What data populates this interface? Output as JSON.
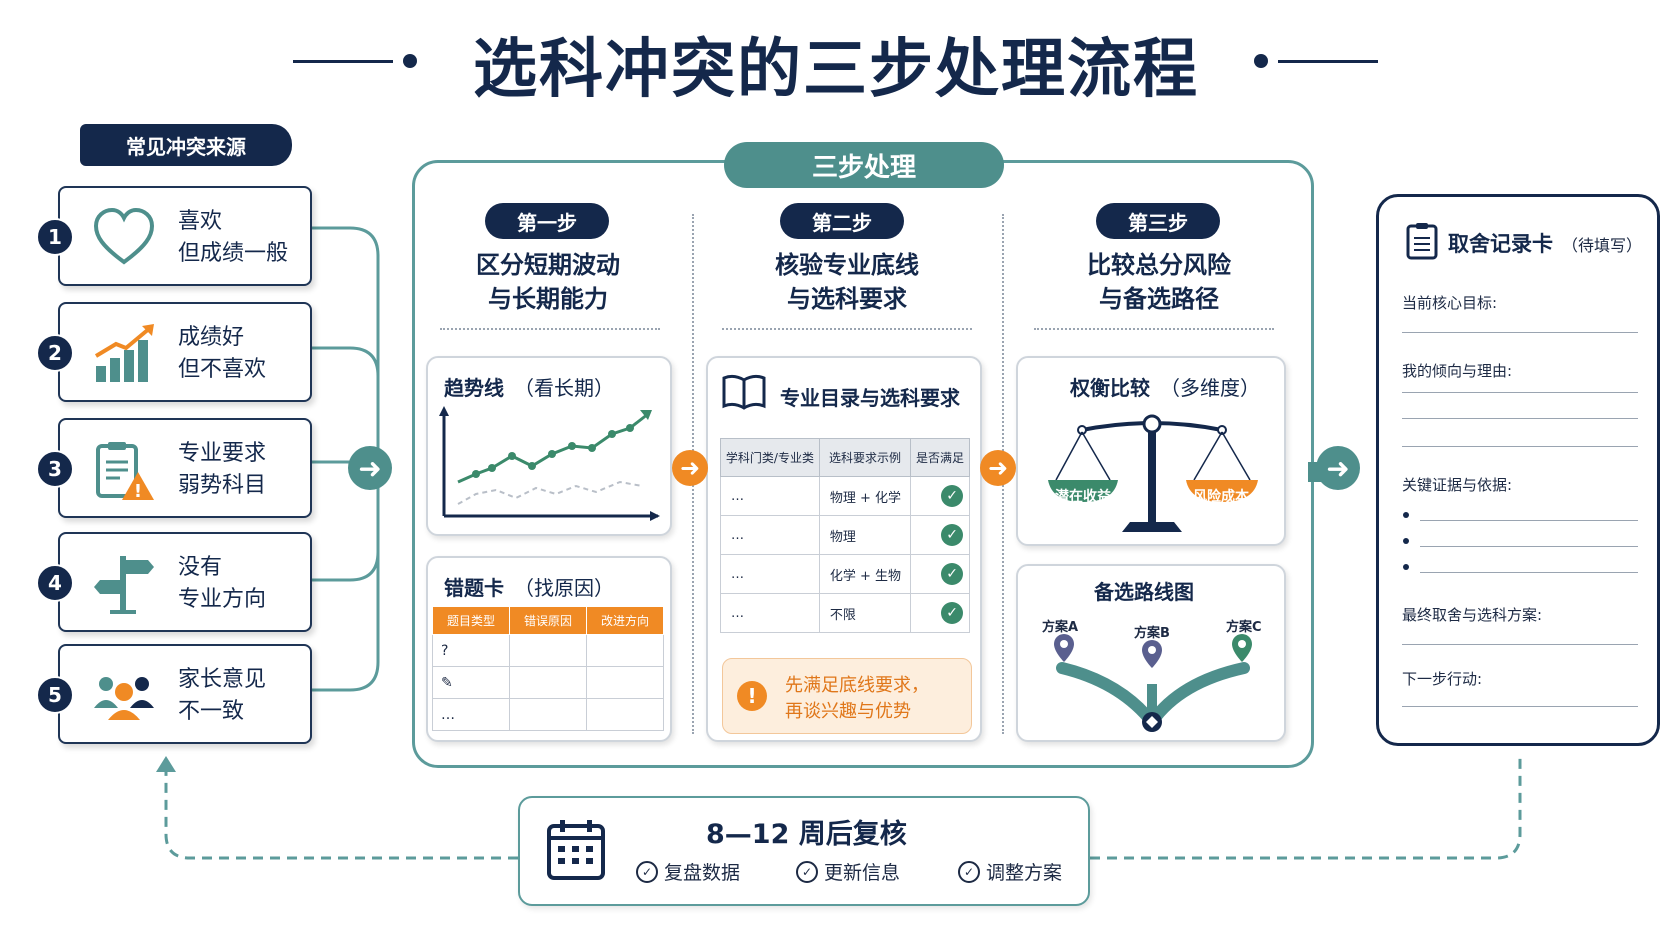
{
  "title": "选科冲突的三步处理流程",
  "sources": {
    "title": "常见冲突来源",
    "items": [
      {
        "num": "1",
        "line1": "喜欢",
        "line2": "但成绩一般",
        "icon": "heart-icon"
      },
      {
        "num": "2",
        "line1": "成绩好",
        "line2": "但不喜欢",
        "icon": "growth-chart-icon"
      },
      {
        "num": "3",
        "line1": "专业要求",
        "line2": "弱势科目",
        "icon": "clipboard-warning-icon"
      },
      {
        "num": "4",
        "line1": "没有",
        "line2": "专业方向",
        "icon": "signpost-icon"
      },
      {
        "num": "5",
        "line1": "家长意见",
        "line2": "不一致",
        "icon": "family-icon"
      }
    ]
  },
  "main": {
    "title": "三步处理",
    "steps": [
      {
        "badge": "第一步",
        "line1": "区分短期波动",
        "line2": "与长期能力"
      },
      {
        "badge": "第二步",
        "line1": "核验专业底线",
        "line2": "与选科要求"
      },
      {
        "badge": "第三步",
        "line1": "比较总分风险",
        "line2": "与备选路径"
      }
    ],
    "trend": {
      "title": "趋势线",
      "note": "（看长期）"
    },
    "errors": {
      "title": "错题卡",
      "note": "（找原因）",
      "headers": [
        "题目类型",
        "错误原因",
        "改进方向"
      ],
      "row_marks": [
        "?",
        "✎",
        "…"
      ]
    },
    "majors": {
      "title": "专业目录与选科要求",
      "headers": [
        "学科门类/专业类",
        "选科要求示例",
        "是否满足"
      ],
      "rows": [
        {
          "name": "…",
          "req": "物理 + 化学",
          "ok": "✓"
        },
        {
          "name": "…",
          "req": "物理",
          "ok": "✓"
        },
        {
          "name": "…",
          "req": "化学 + 生物",
          "ok": "✓"
        },
        {
          "name": "…",
          "req": "不限",
          "ok": "✓"
        }
      ],
      "warning_line1": "先满足底线要求，",
      "warning_line2": "再谈兴趣与优势",
      "warning_icon": "!"
    },
    "balance": {
      "title": "权衡比较",
      "note": "（多维度）",
      "left": "潜在收益",
      "right": "风险成本"
    },
    "routes": {
      "title": "备选路线图",
      "options": [
        "方案A",
        "方案B",
        "方案C"
      ]
    }
  },
  "record": {
    "title": "取舍记录卡",
    "note": "（待填写）",
    "fields": [
      "当前核心目标:",
      "我的倾向与理由:",
      "关键证据与依据:",
      "最终取舍与选科方案:",
      "下一步行动:"
    ]
  },
  "review": {
    "title": "8—12 周后复核",
    "items": [
      "复盘数据",
      "更新信息",
      "调整方案"
    ]
  },
  "colors": {
    "navy": "#14284b",
    "teal": "#4e8f8c",
    "orange": "#f08a24",
    "green": "#3b8a6b"
  }
}
